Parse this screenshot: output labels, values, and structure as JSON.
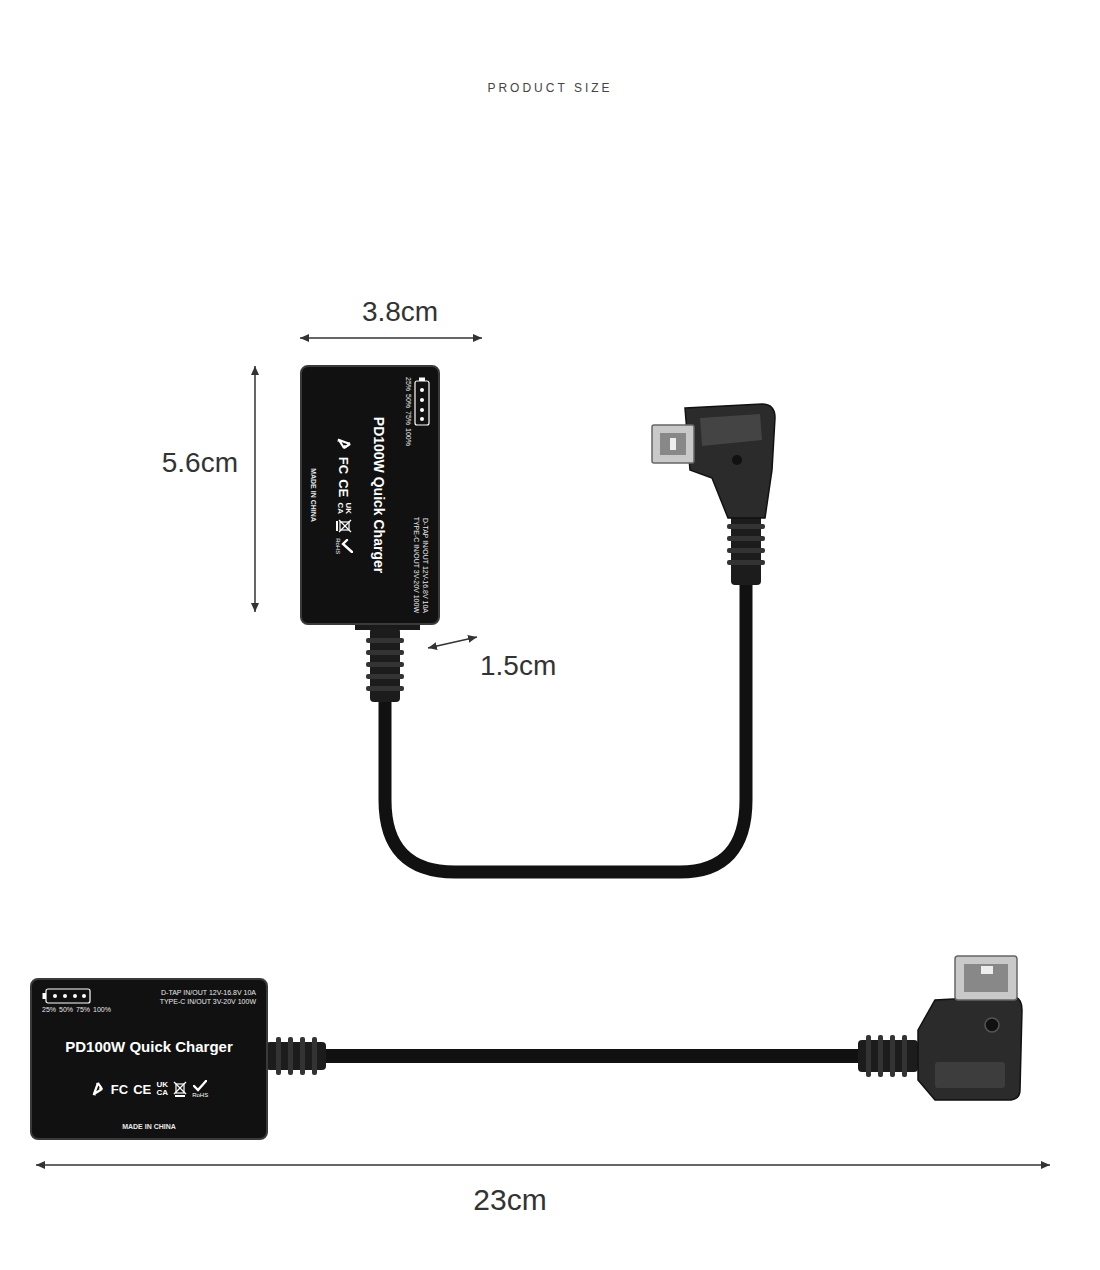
{
  "diagram": {
    "title": "PRODUCT SIZE",
    "nodes": [
      {
        "text": [
          "25%",
          "50%",
          "75%",
          "100%",
          "D-TAP IN/OUT 12V-16.8V 10A",
          "TYPE-C IN/OUT 3V-20V 100W",
          "PD100W Quick Charger",
          "FC",
          "CE",
          "UK CA",
          "RoHS",
          "MADE IN CHINA"
        ]
      },
      {
        "text": [
          "25%",
          "50%",
          "75%",
          "100%",
          "D-TAP IN/OUT 12V-16.8V 10A",
          "TYPE-C IN/OUT 3V-20V 100W",
          "PD100W Quick Charger",
          "FC",
          "CE",
          "UK CA",
          "RoHS",
          "MADE IN CHINA"
        ]
      }
    ],
    "labels": [
      "3.8cm",
      "5.6cm",
      "1.5cm",
      "23cm"
    ]
  }
}
